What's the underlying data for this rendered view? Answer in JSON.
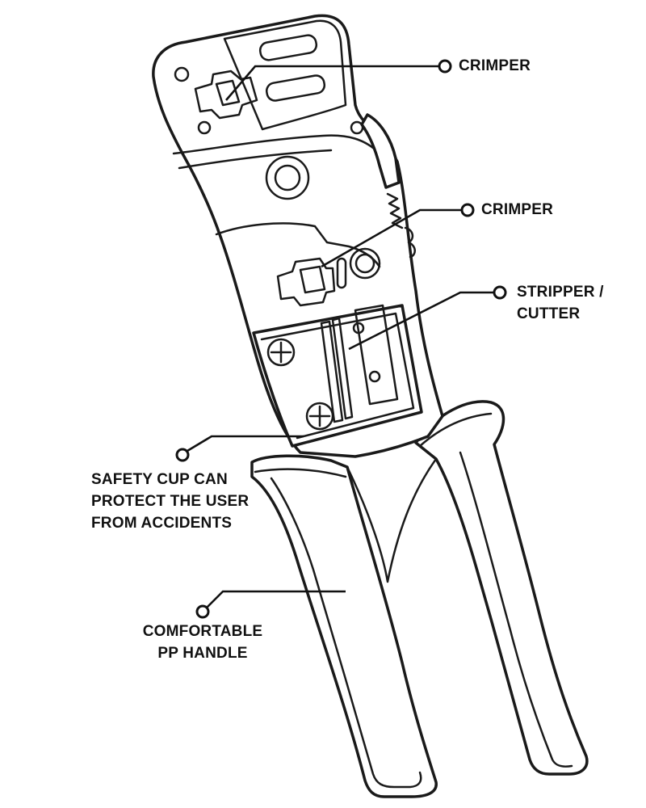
{
  "callouts": {
    "crimper_top": "CRIMPER",
    "crimper_middle": "CRIMPER",
    "stripper_cutter": "STRIPPER /\nCUTTER",
    "safety_cup": "SAFETY CUP CAN\nPROTECT THE USER\nFROM ACCIDENTS",
    "handle": "COMFORTABLE\nPP HANDLE"
  },
  "colors": {
    "line": "#1a1a1a",
    "background": "#ffffff"
  }
}
